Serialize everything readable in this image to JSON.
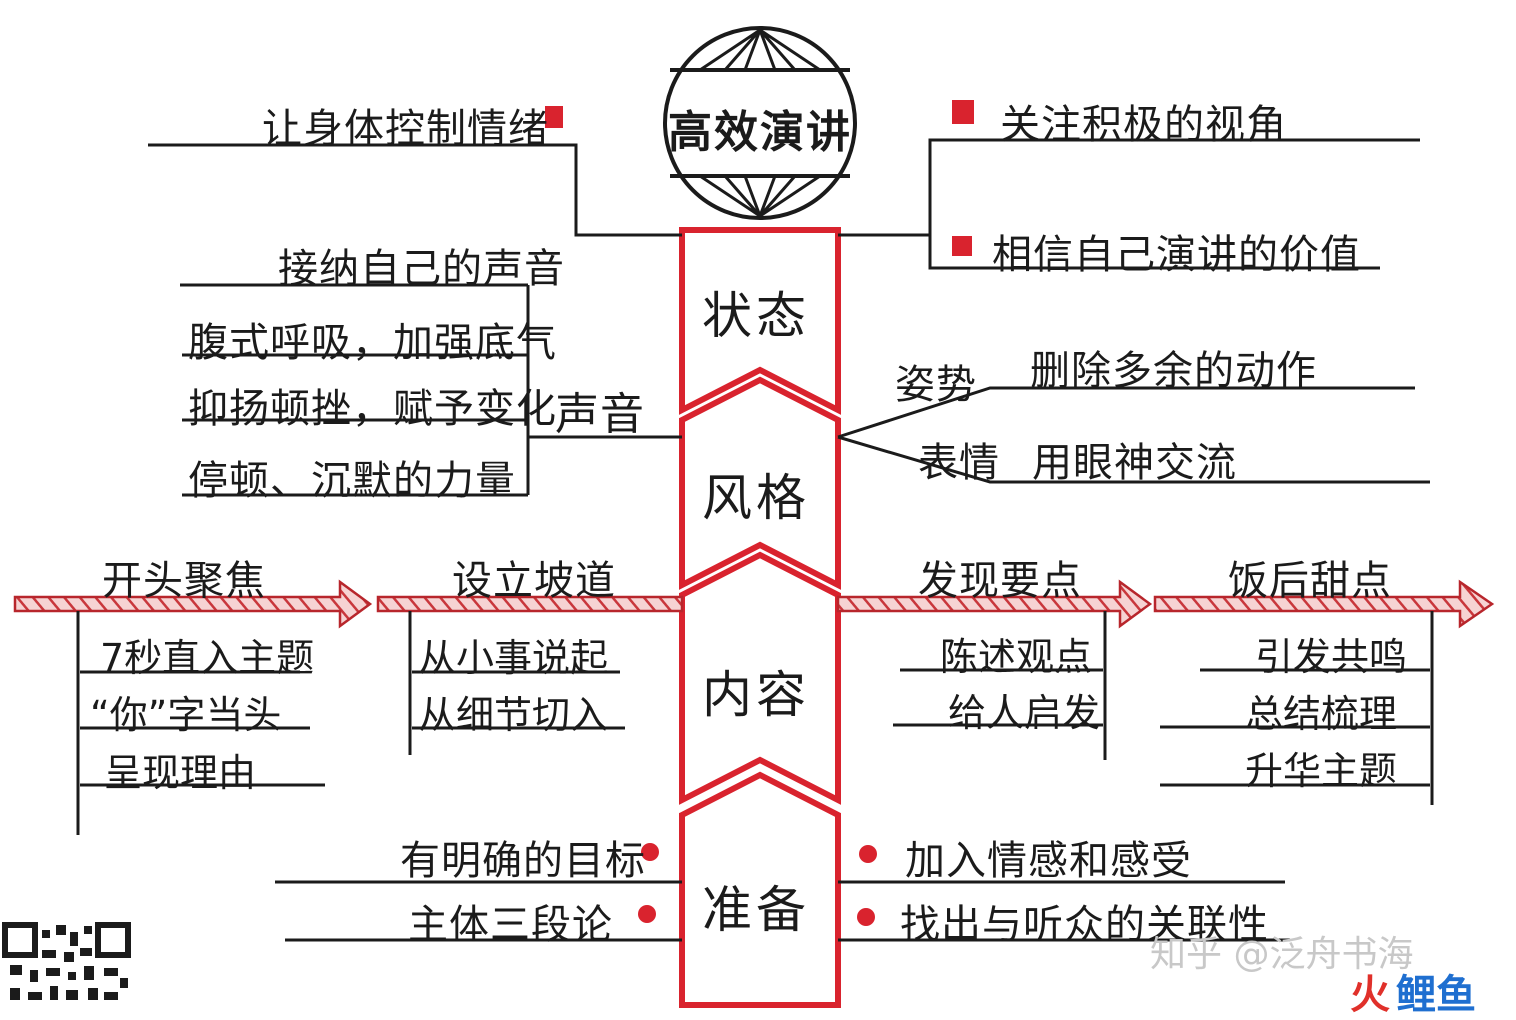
{
  "title": "高效演讲",
  "spine": [
    "状态",
    "风格",
    "内容",
    "准备"
  ],
  "state": {
    "left": "让身体控制情绪",
    "right": [
      "关注积极的视角",
      "相信自己演讲的价值"
    ]
  },
  "style": {
    "voice": {
      "label": "声音",
      "items": [
        "接纳自己的声音",
        "腹式呼吸，加强底气",
        "抑扬顿挫，赋予变化",
        "停顿、沉默的力量"
      ]
    },
    "posture": {
      "label": "姿势",
      "text": "删除多余的动作"
    },
    "expression": {
      "label": "表情",
      "text": "用眼神交流"
    }
  },
  "content": [
    {
      "heading": "开头聚焦",
      "items": [
        "7秒直入主题",
        "“你”字当头",
        "呈现理由"
      ]
    },
    {
      "heading": "设立坡道",
      "items": [
        "从小事说起",
        "从细节切入"
      ]
    },
    {
      "heading": "发现要点",
      "items": [
        "陈述观点",
        "给人启发"
      ]
    },
    {
      "heading": "饭后甜点",
      "items": [
        "引发共鸣",
        "总结梳理",
        "升华主题"
      ]
    }
  ],
  "prep": {
    "left": [
      "有明确的目标",
      "主体三段论"
    ],
    "right": [
      "加入情感和感受",
      "找出与听众的关联性"
    ]
  },
  "watermark": {
    "zhihu": "知乎 @泛舟书海",
    "brand_a": "火",
    "brand_b": "鲤鱼"
  },
  "colors": {
    "red": "#d9232e",
    "ink": "#1b1b1b",
    "hatch": "#e8a0a0"
  }
}
